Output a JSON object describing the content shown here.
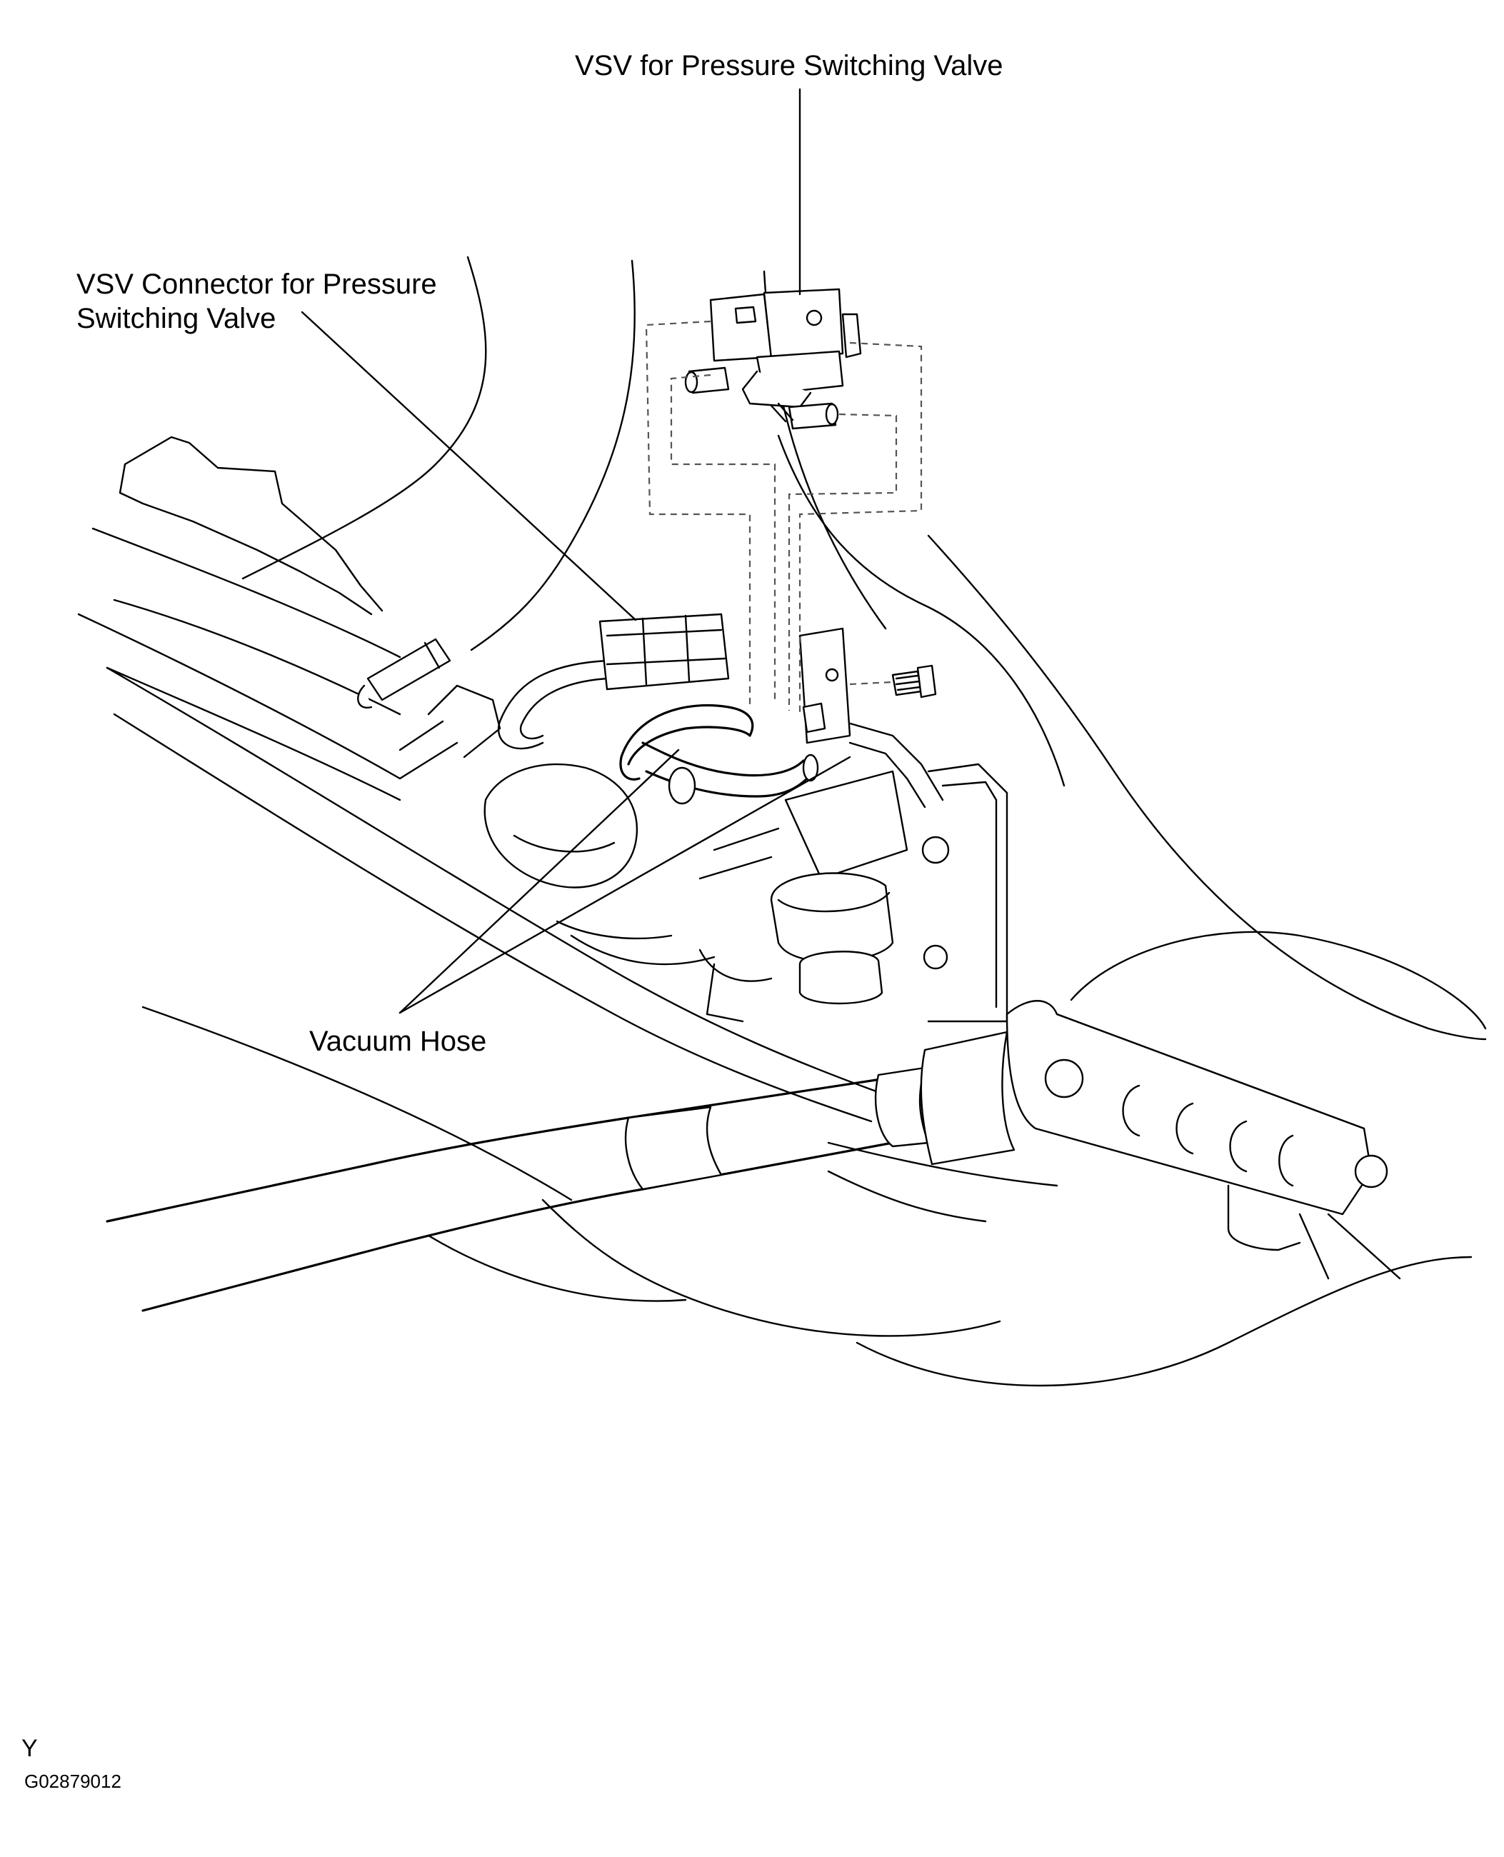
{
  "labels": {
    "vsv": "VSV for Pressure Switching Valve",
    "connector_line1": "VSV Connector for Pressure",
    "connector_line2": "Switching Valve",
    "vacuum_hose": "Vacuum Hose",
    "view_code": "Y",
    "figure_id": "G02879012"
  }
}
